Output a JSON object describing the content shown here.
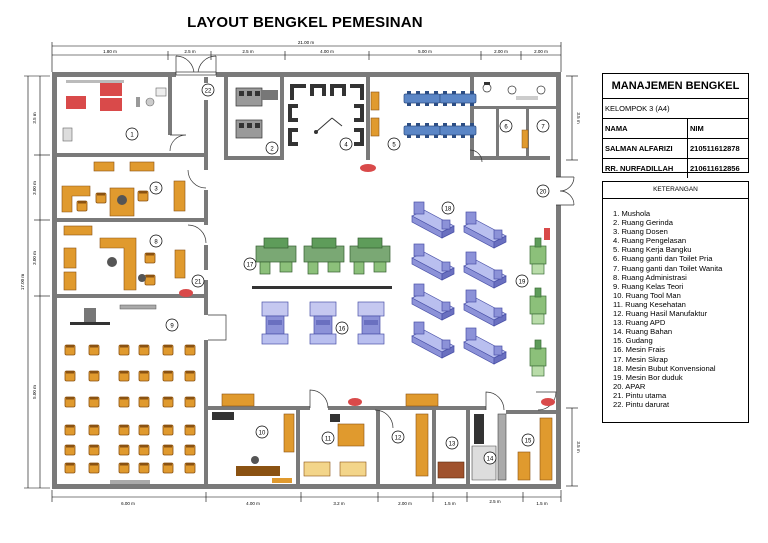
{
  "title": "LAYOUT BENGKEL PEMESINAN",
  "management": {
    "heading": "MANAJEMEN BENGKEL",
    "group": "KELOMPOK 3 (A4)",
    "col_name": "NAMA",
    "col_nim": "NIM",
    "members": [
      {
        "name": "SALMAN ALFARIZI",
        "nim": "210511612878"
      },
      {
        "name": "RR. NURFADILLAH",
        "nim": "210611612856"
      }
    ]
  },
  "legend": {
    "heading": "KETERANGAN",
    "items": [
      "1. Mushola",
      "2. Ruang Gerinda",
      "3. Ruang Dosen",
      "4. Ruang Pengelasan",
      "5. Ruang Kerja Bangku",
      "6. Ruang ganti dan Toilet Pria",
      "7. Ruang ganti dan Toilet Wanita",
      "8. Ruang Administrasi",
      "9. Ruang Kelas Teori",
      "10. Ruang Tool Man",
      "11. Ruang Kesehatan",
      "12. Ruang Hasil Manufaktur",
      "13. Ruang APD",
      "14. Ruang Bahan",
      "15. Gudang",
      "16. Mesin Frais",
      "17. Mesin Skrap",
      "18. Mesin Bubut Konvensional",
      "19. Mesin Bor duduk",
      "20. APAR",
      "21. Pintu utama",
      "22. Pintu darurat"
    ]
  },
  "dimensions": {
    "total_top": "21.00 m",
    "top": [
      "1.80 m",
      "2.5 m",
      "2.5 m",
      "4.00 m",
      "5.00 m",
      "2.00 m",
      "2.00 m"
    ],
    "bottom": [
      "6.00 m",
      "4.00 m",
      "3.2 m",
      "2.00 m",
      "1.5 m",
      "2.5 m",
      "1.5 m"
    ],
    "left": [
      "3.5 m",
      "3.00 m",
      "3.00 m",
      "5.00 m"
    ],
    "left_total": "17.00 m",
    "right": [
      "3.5 m",
      "3.5 m"
    ]
  },
  "room_numbers": [
    "1",
    "2",
    "3",
    "4",
    "5",
    "6",
    "7",
    "8",
    "9",
    "10",
    "11",
    "12",
    "13",
    "14",
    "15",
    "16",
    "17",
    "18",
    "19",
    "20",
    "21",
    "22"
  ],
  "colors": {
    "wall": "#7a7a7a",
    "wood": "#e09a2e",
    "wood_dark": "#8a5212",
    "blue_bench": "#5b86c6",
    "machine_blue": "#8c92d8",
    "machine_green": "#5e9c5a",
    "red": "#d94a4a"
  }
}
